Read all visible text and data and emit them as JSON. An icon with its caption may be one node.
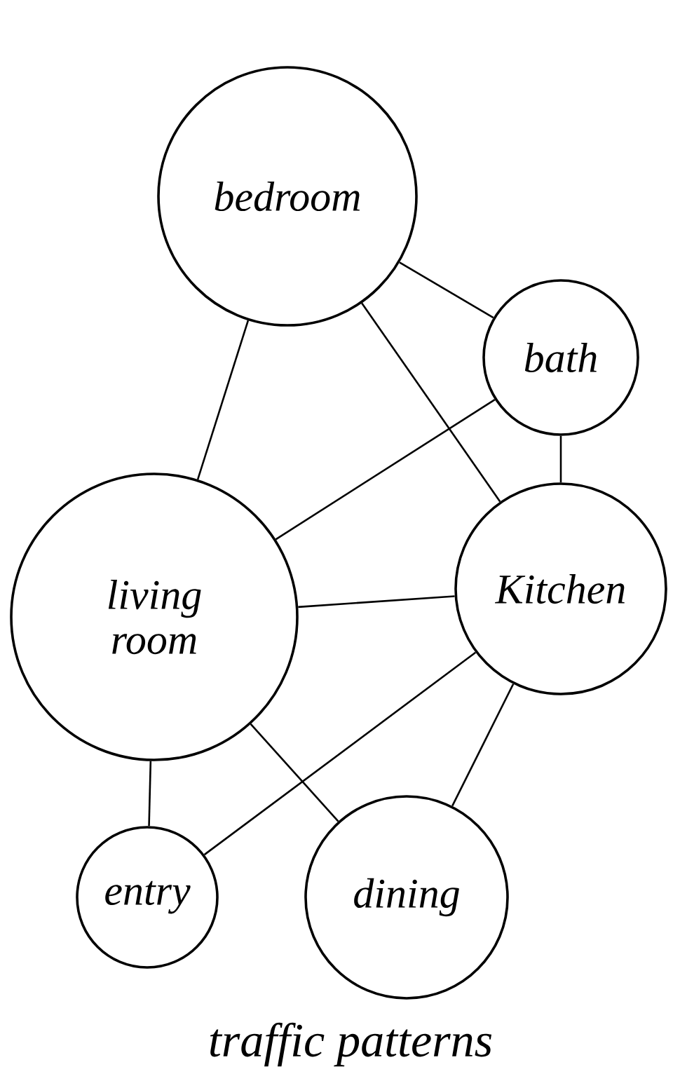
{
  "diagram": {
    "caption": "traffic patterns",
    "nodes": [
      {
        "text": [
          "bedroom"
        ]
      },
      {
        "text": [
          "bath"
        ]
      },
      {
        "text": [
          "living room"
        ]
      },
      {
        "text": [
          "Kitchen"
        ]
      },
      {
        "text": [
          "entry"
        ]
      },
      {
        "text": [
          "dining"
        ]
      }
    ],
    "edges": [
      {
        "from": 0,
        "to": 2,
        "arrow": "none"
      },
      {
        "from": 0,
        "to": 1,
        "arrow": "none"
      },
      {
        "from": 0,
        "to": 3,
        "arrow": "none"
      },
      {
        "from": 1,
        "to": 2,
        "arrow": "none"
      },
      {
        "from": 1,
        "to": 3,
        "arrow": "none"
      },
      {
        "from": 2,
        "to": 3,
        "arrow": "none"
      },
      {
        "from": 2,
        "to": 4,
        "arrow": "none"
      },
      {
        "from": 2,
        "to": 5,
        "arrow": "none"
      },
      {
        "from": 3,
        "to": 4,
        "arrow": "none"
      },
      {
        "from": 3,
        "to": 5,
        "arrow": "none"
      }
    ]
  }
}
